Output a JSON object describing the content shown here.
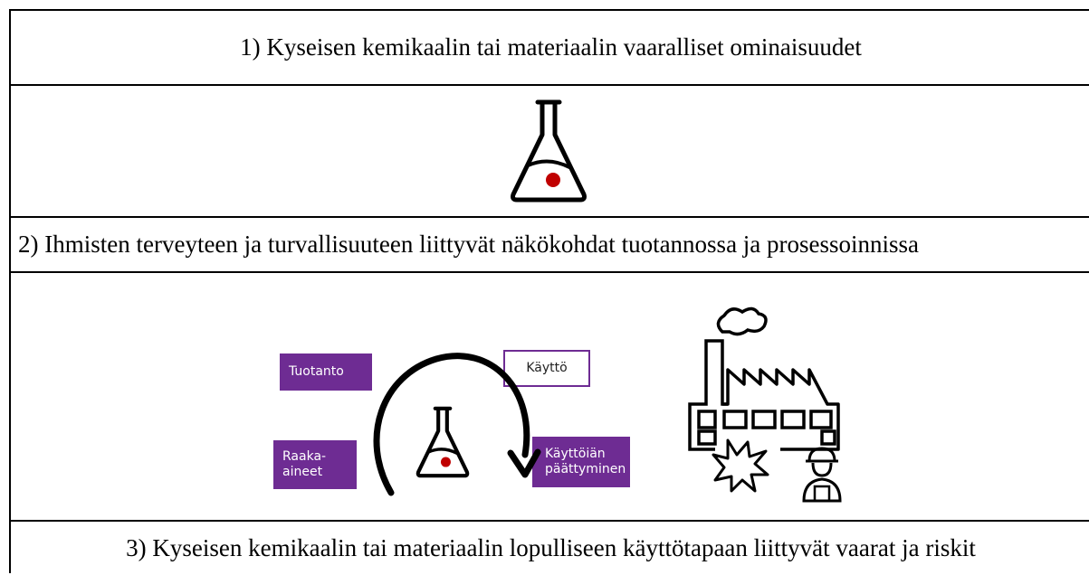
{
  "rows": {
    "heading1": "1) Kyseisen kemikaalin tai materiaalin vaaralliset ominaisuudet",
    "heading2": "2) Ihmisten terveyteen ja turvallisuuteen liittyvät näkökohdat tuotannossa ja prosessoinnissa",
    "heading3": "3) Kyseisen kemikaalin tai materiaalin lopulliseen käyttötapaan liittyvät vaarat ja riskit"
  },
  "lifecycle": {
    "production": "Tuotanto",
    "use": "Käyttö",
    "raw_materials_line1": "Raaka-",
    "raw_materials_line2": "aineet",
    "end_of_life_line1": "Käyttöiän",
    "end_of_life_line2": "päättyminen"
  },
  "colors": {
    "accent_purple": "#6e2c93",
    "flask_dot_red": "#c00000"
  },
  "icons": [
    "flask-icon",
    "circular-arrow-icon",
    "factory-icon",
    "explosion-icon",
    "worker-icon"
  ]
}
